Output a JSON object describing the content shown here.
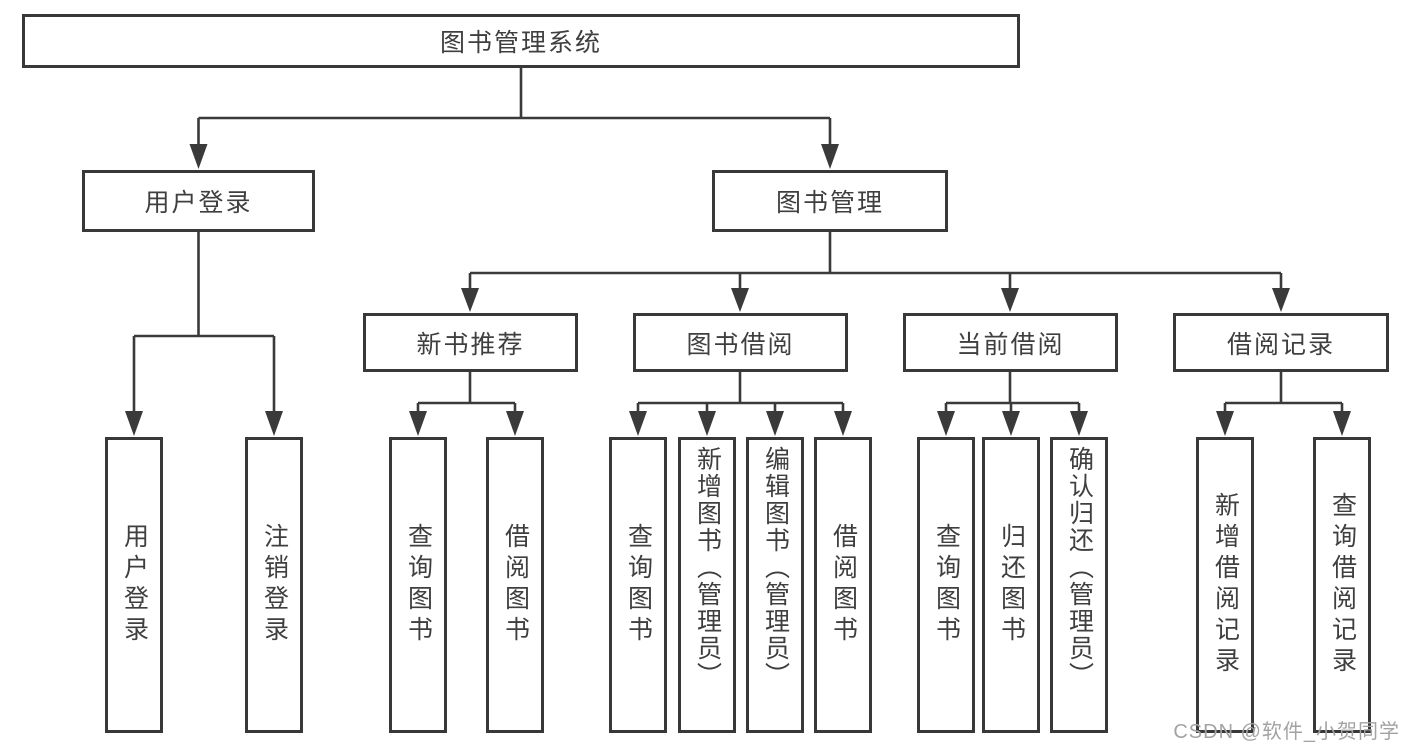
{
  "diagram": {
    "root": {
      "label": "图书管理系统"
    },
    "branches": [
      {
        "label": "用户登录",
        "children": [
          {
            "label": "用户登录"
          },
          {
            "label": "注销登录"
          }
        ]
      },
      {
        "label": "图书管理",
        "children": [
          {
            "label": "新书推荐",
            "children": [
              {
                "label": "查询图书"
              },
              {
                "label": "借阅图书"
              }
            ]
          },
          {
            "label": "图书借阅",
            "children": [
              {
                "label": "查询图书"
              },
              {
                "label": "新增图书（管理员）"
              },
              {
                "label": "编辑图书（管理员）"
              },
              {
                "label": "借阅图书"
              }
            ]
          },
          {
            "label": "当前借阅",
            "children": [
              {
                "label": "查询图书"
              },
              {
                "label": "归还图书"
              },
              {
                "label": "确认归还（管理员）"
              }
            ]
          },
          {
            "label": "借阅记录",
            "children": [
              {
                "label": "新增借阅记录"
              },
              {
                "label": "查询借阅记录"
              }
            ]
          }
        ]
      }
    ]
  },
  "watermark": {
    "text": "CSDN @软件_小贺同学"
  },
  "colors": {
    "line": "#3a3a3a",
    "border": "#383838",
    "text": "#3f3f3f",
    "watermark": "#a3a3a3",
    "background": "#ffffff"
  }
}
